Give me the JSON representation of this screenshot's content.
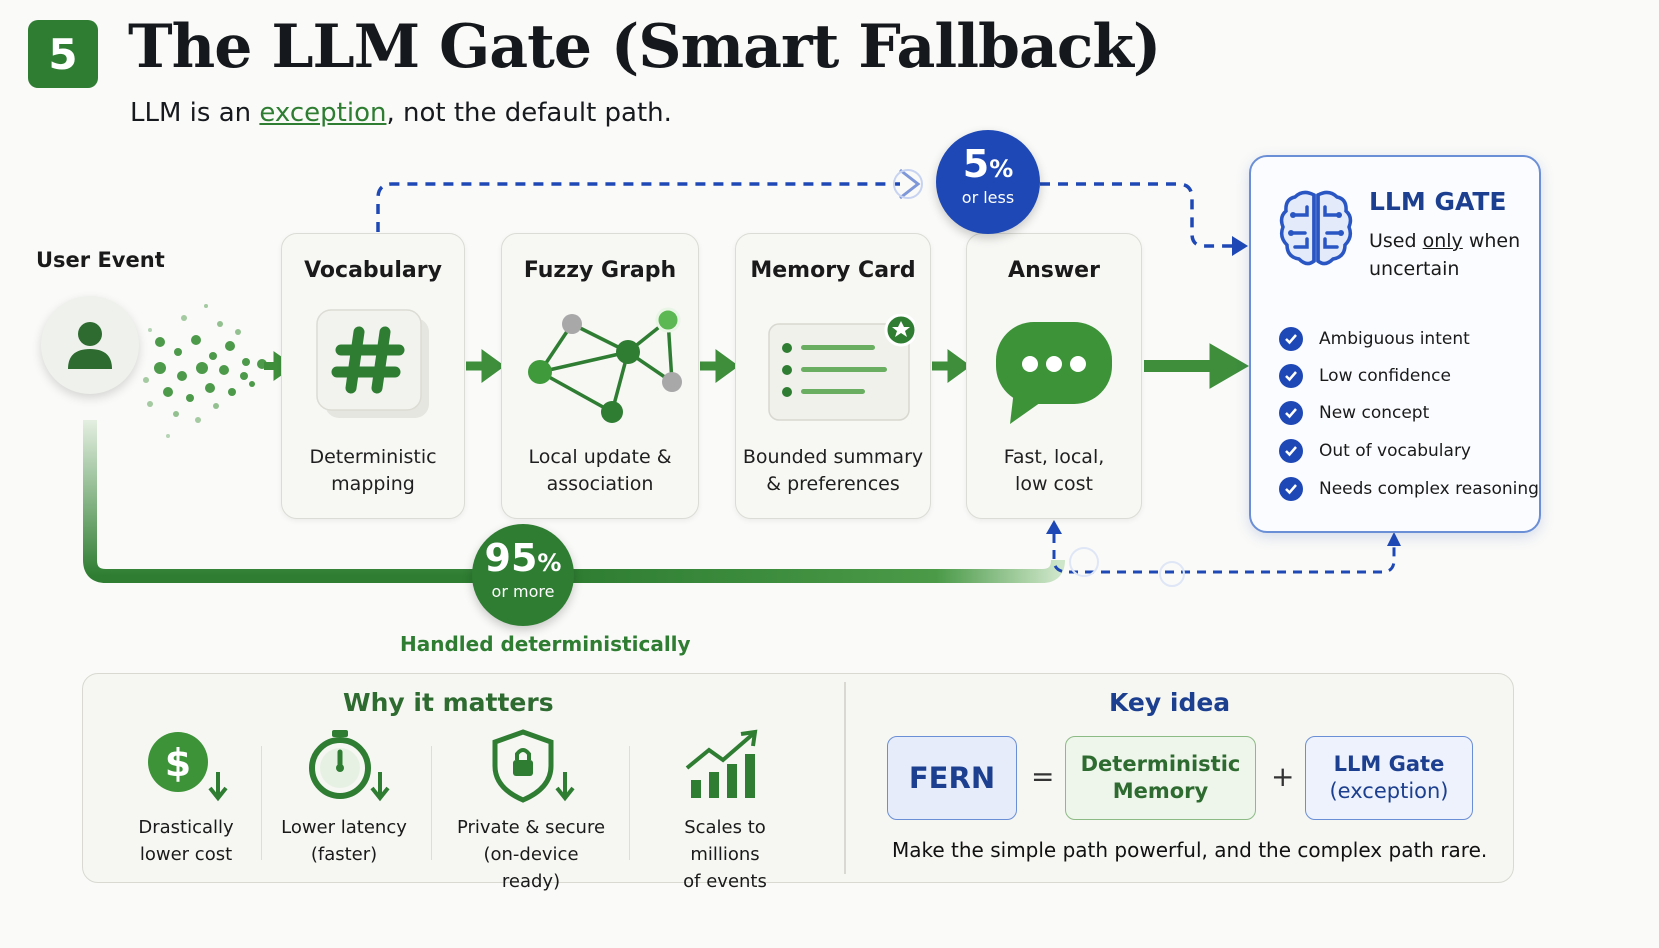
{
  "header": {
    "step_number": "5",
    "title": "The LLM Gate (Smart Fallback)",
    "subtitle_pre": "LLM is an ",
    "subtitle_em": "exception",
    "subtitle_post": ", not the default path."
  },
  "user_event": {
    "label": "User Event"
  },
  "steps": [
    {
      "title": "Vocabulary",
      "desc": "Deterministic\nmapping"
    },
    {
      "title": "Fuzzy Graph",
      "desc": "Local update &\nassociation"
    },
    {
      "title": "Memory Card",
      "desc": "Bounded summary\n& preferences"
    },
    {
      "title": "Answer",
      "desc": "Fast, local,\nlow cost"
    }
  ],
  "fallback": {
    "value": "5",
    "unit": "%",
    "caption": "or less"
  },
  "deterministic": {
    "value": "95",
    "unit": "%",
    "caption": "or more",
    "label": "Handled deterministically"
  },
  "gate": {
    "title": "LLM GATE",
    "sub_pre": "Used ",
    "sub_em": "only",
    "sub_post": " when uncertain",
    "items": [
      "Ambiguous intent",
      "Low confidence",
      "New concept",
      "Out of vocabulary",
      "Needs complex reasoning"
    ]
  },
  "why": {
    "title": "Why it matters",
    "items": [
      {
        "label": "Drastically\nlower cost",
        "icon": "dollar-down-icon"
      },
      {
        "label": "Lower latency\n(faster)",
        "icon": "stopwatch-down-icon"
      },
      {
        "label": "Private & secure\n(on-device ready)",
        "icon": "shield-lock-icon"
      },
      {
        "label": "Scales to millions\nof events",
        "icon": "growth-chart-icon"
      }
    ]
  },
  "key_idea": {
    "title": "Key idea",
    "fern": "FERN",
    "equals": "=",
    "deterministic": "Deterministic\nMemory",
    "plus": "+",
    "gate_title": "LLM Gate",
    "gate_sub": "(exception)",
    "caption": "Make the simple path powerful, and the complex path rare."
  },
  "colors": {
    "green": "#2e7d32",
    "blue": "#1e48b5"
  }
}
